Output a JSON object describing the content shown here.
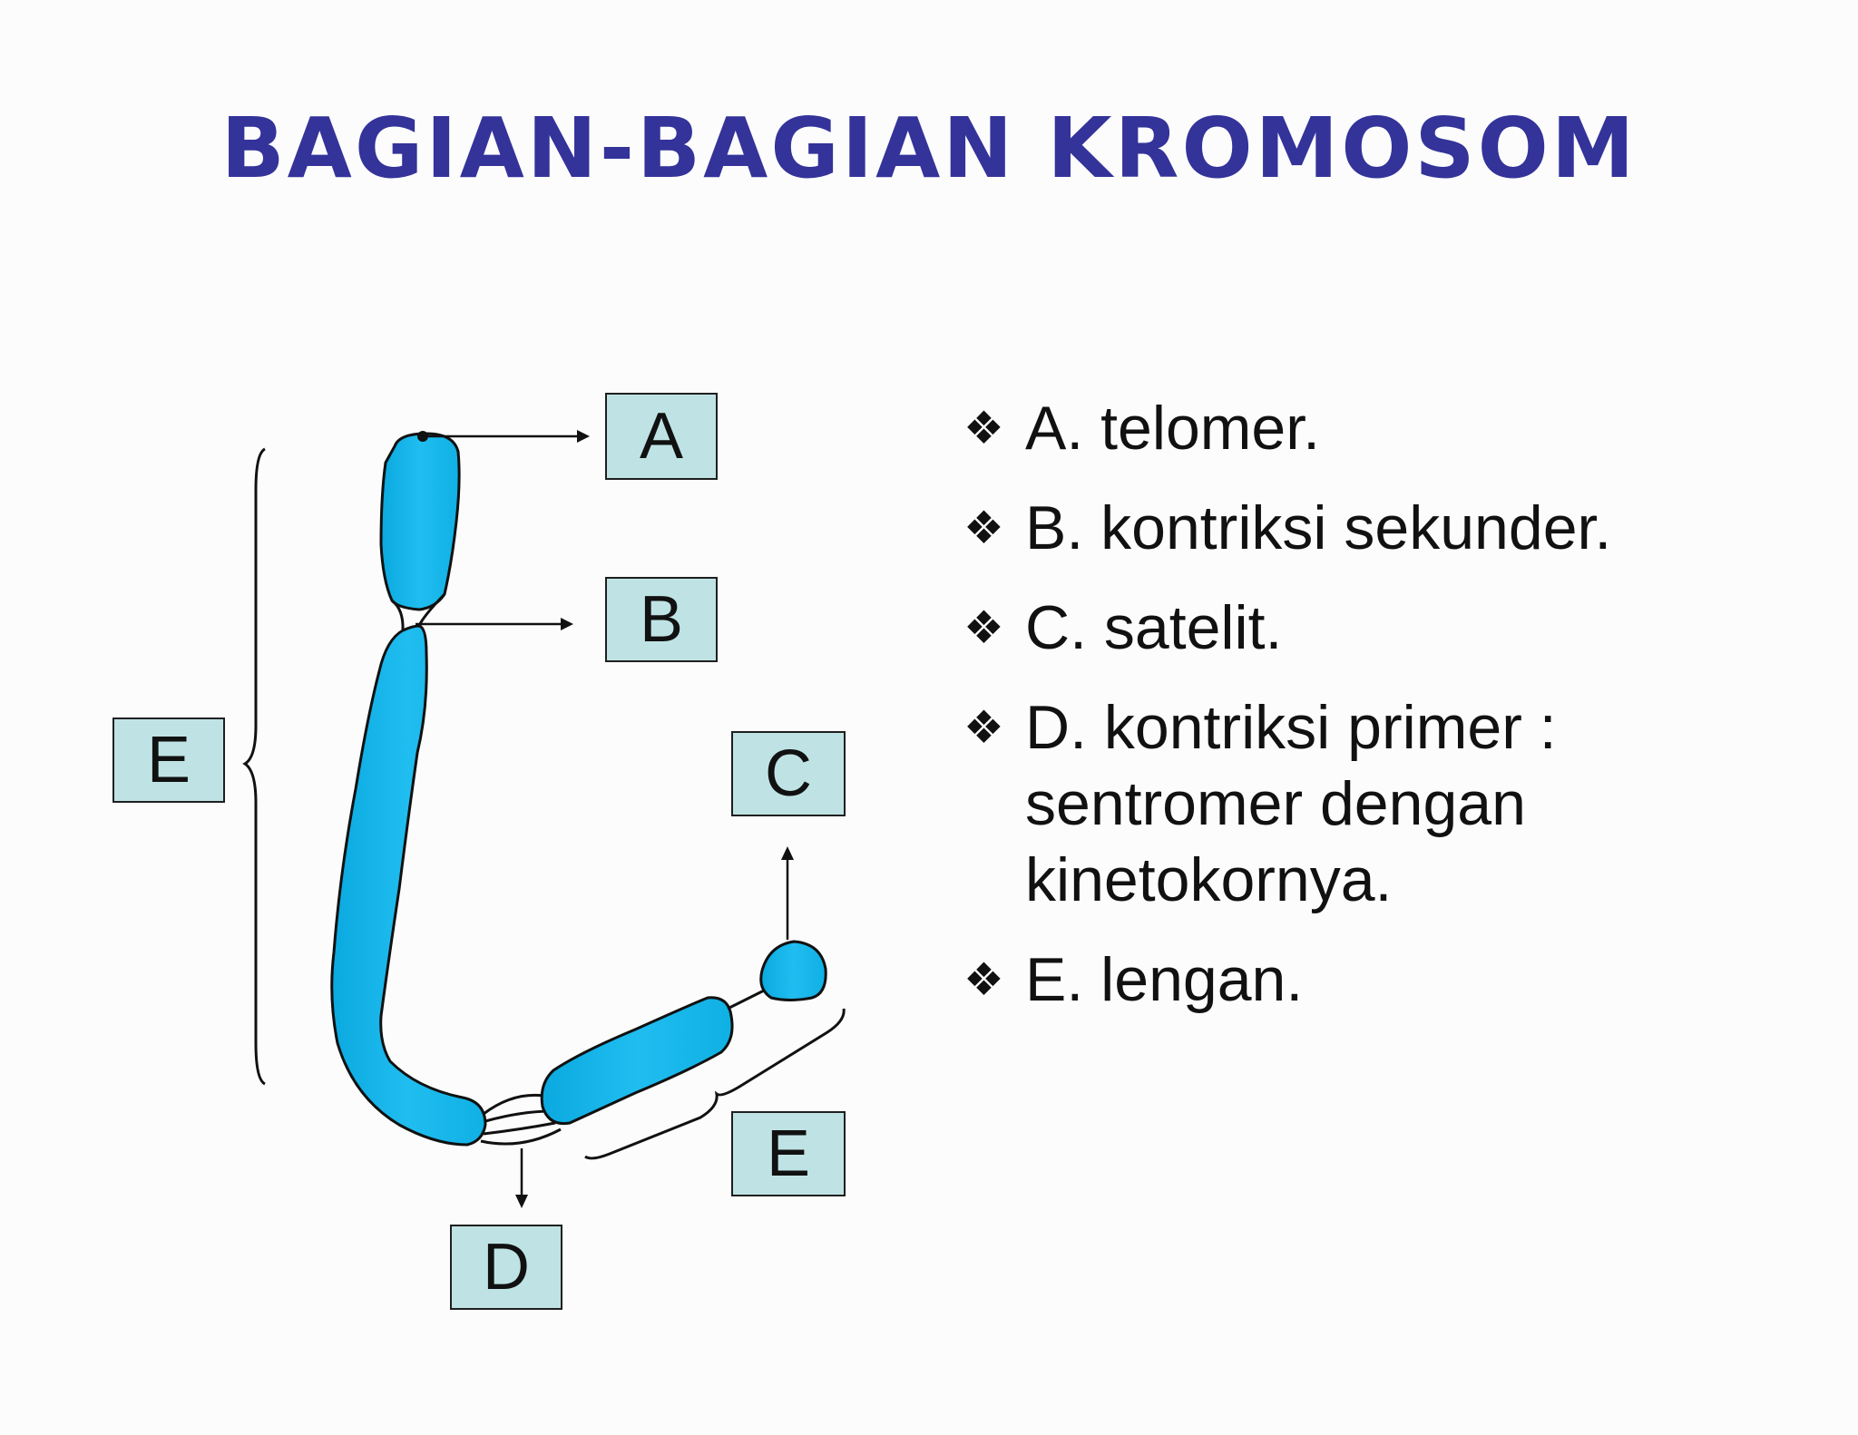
{
  "title": "BAGIAN-BAGIAN KROMOSOM",
  "labels": {
    "a": "A",
    "b": "B",
    "c": "C",
    "d": "D",
    "e_left": "E",
    "e_right": "E"
  },
  "legend": [
    {
      "text": "A. telomer."
    },
    {
      "text": "B. kontriksi sekunder."
    },
    {
      "text": "C. satelit."
    },
    {
      "text": "D. kontriksi primer :\nsentromer dengan\nkinetokornya."
    },
    {
      "text": "E. lengan."
    }
  ],
  "bullet_symbol": "❖",
  "colors": {
    "title": "#33339a",
    "chromosome": "#14b5e6",
    "label_box": "#bfe3e4"
  }
}
